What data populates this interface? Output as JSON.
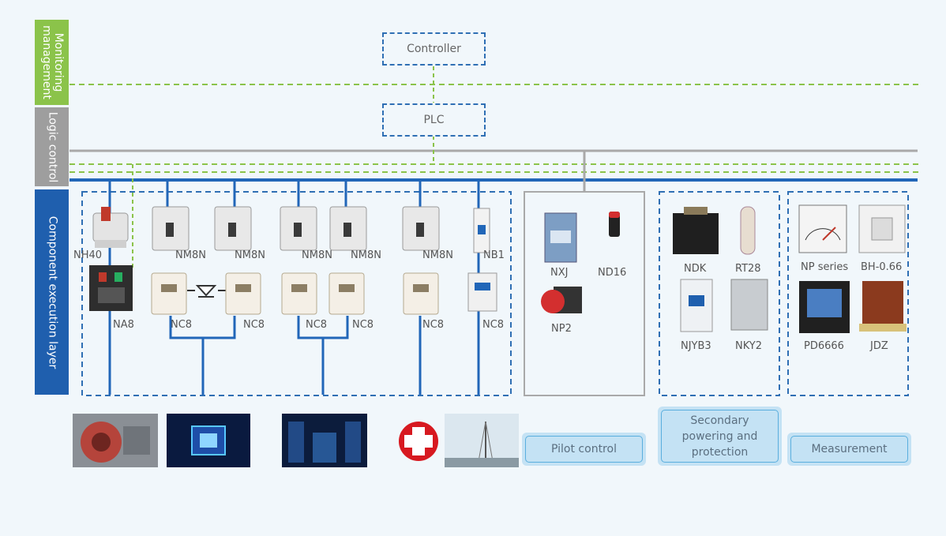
{
  "layers": {
    "monitoring": "Monitoring management",
    "logic": "Logic control",
    "execution": "Component execution layer"
  },
  "boxes": {
    "controller": "Controller",
    "plc": "PLC"
  },
  "components": {
    "nh40": "NH40",
    "na8": "NA8",
    "nm8n_1": "NM8N",
    "nm8n_2": "NM8N",
    "nm8n_3": "NM8N",
    "nm8n_4": "NM8N",
    "nm8n_5": "NM8N",
    "nb1": "NB1",
    "nc8_1": "NC8",
    "nc8_2": "NC8",
    "nc8_3": "NC8",
    "nc8_4": "NC8",
    "nc8_5": "NC8",
    "nc8_6": "NC8",
    "nxj": "NXJ",
    "nd16": "ND16",
    "np2": "NP2",
    "ndk": "NDK",
    "rt28": "RT28",
    "njyb3": "NJYB3",
    "nky2": "NKY2",
    "np_series": "NP series",
    "bh066": "BH-0.66",
    "pd6666": "PD6666",
    "jdz": "JDZ"
  },
  "categories": {
    "pilot": "Pilot control",
    "secondary": "Secondary powering and protection",
    "measurement": "Measurement"
  },
  "colors": {
    "green": "#8bc34a",
    "blue_bus": "#2166b8",
    "gray_bus": "#a9a9a9",
    "dash_blue": "#2f6fb4",
    "layer_blue": "#1f5fae",
    "layer_gray": "#9e9e9e",
    "layer_green": "#8bc34a"
  }
}
